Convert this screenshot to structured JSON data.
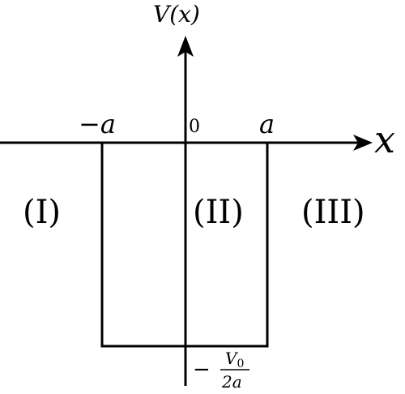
{
  "diagram": {
    "y_axis_label": "V(x)",
    "x_axis_label": "x",
    "origin_label": "0",
    "neg_a_label": "−a",
    "pos_a_label": "a",
    "regions": {
      "left": "(I)",
      "middle": "(II)",
      "right": "(III)"
    },
    "well_depth": {
      "sign": "−",
      "numerator": "V",
      "numerator_subscript": "0",
      "denominator": "2a"
    },
    "colors": {
      "ink": "#000000",
      "background": "#ffffff"
    }
  }
}
